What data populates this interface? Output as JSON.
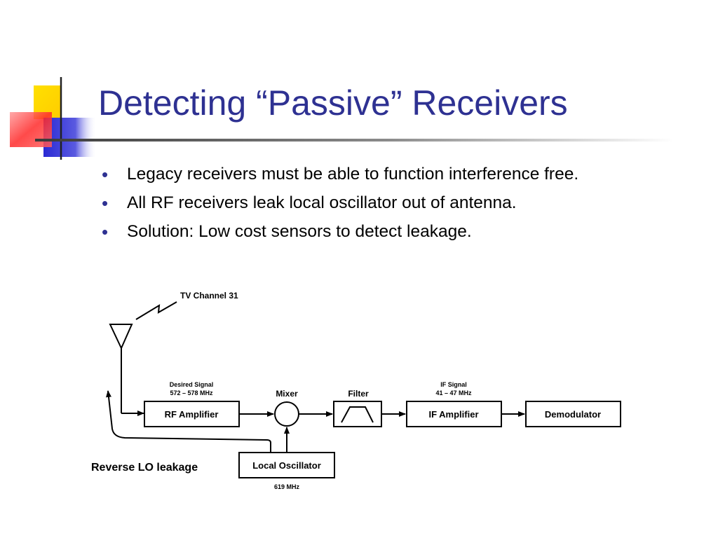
{
  "slide": {
    "title": "Detecting “Passive” Receivers",
    "bullets": [
      "Legacy receivers must be able to function interference free.",
      "All RF receivers leak local oscillator out of antenna.",
      "Solution: Low cost sensors to detect leakage."
    ]
  },
  "diagram": {
    "tv_channel": "TV Channel 31",
    "desired_signal": "Desired Signal",
    "desired_freq": "572 – 578 MHz",
    "mixer": "Mixer",
    "filter": "Filter",
    "if_signal": "IF Signal",
    "if_freq": "41 – 47 MHz",
    "rf_amplifier": "RF Amplifier",
    "if_amplifier": "IF Amplifier",
    "demodulator": "Demodulator",
    "local_oscillator": "Local Oscillator",
    "lo_freq": "619 MHz",
    "reverse_lo": "Reverse LO leakage"
  },
  "colors": {
    "title": "#2e3192",
    "bullet": "#2e3192",
    "deco_yellow": "#ffd700",
    "deco_blue": "#3333cc",
    "deco_red": "#ff3333"
  }
}
